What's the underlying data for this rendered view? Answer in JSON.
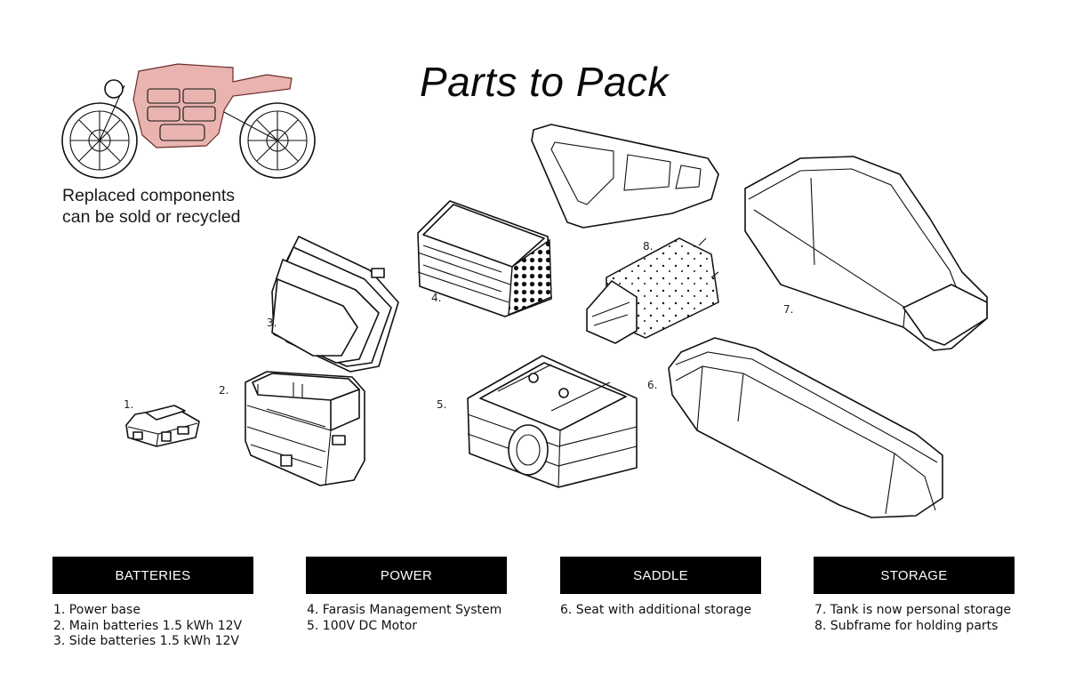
{
  "title": "Parts to Pack",
  "note": {
    "line1": "Replaced components",
    "line2": "can be sold or recycled"
  },
  "callouts": [
    "1.",
    "2.",
    "3.",
    "4.",
    "5.",
    "6.",
    "7.",
    "8."
  ],
  "colors": {
    "highlight": "#e9b4b0",
    "header_bg": "#000000",
    "header_text": "#ffffff"
  },
  "categories": [
    {
      "label": "BATTERIES",
      "items": [
        "1. Power base",
        "2. Main batteries 1.5 kWh 12V",
        "3. Side batteries 1.5 kWh 12V"
      ]
    },
    {
      "label": "POWER",
      "items": [
        "4. Farasis Management System",
        "5. 100V DC Motor"
      ]
    },
    {
      "label": "SADDLE",
      "items": [
        "6. Seat with additional storage"
      ]
    },
    {
      "label": "STORAGE",
      "items": [
        "7. Tank is now personal storage",
        "8. Subframe for holding parts"
      ]
    }
  ]
}
